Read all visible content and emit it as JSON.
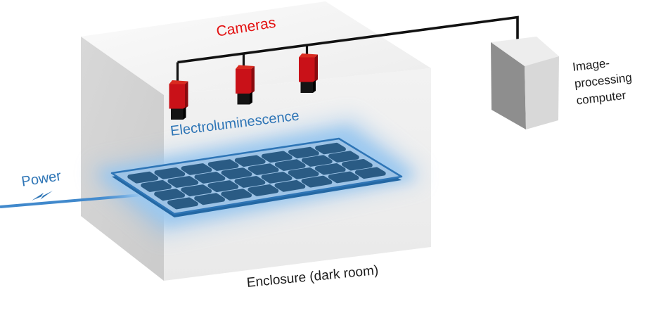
{
  "labels": {
    "cameras": "Cameras",
    "electroluminescence": "Electroluminescence",
    "power": "Power",
    "enclosure": "Enclosure (dark room)",
    "computer": "Image-\nprocessing\ncomputer"
  },
  "colors": {
    "label_red": "#E31212",
    "label_blue": "#2E75B6",
    "ink": "#1b1b1b",
    "cable_black": "#121212",
    "power_line": "#4189CC",
    "panel_bg": "#9DC3E6",
    "panel_cell": "#2A5B84",
    "panel_frame": "#2E75B6",
    "panel_glow": "#8FC0EC",
    "camera_red": "#C91118",
    "camera_red_dark": "#8A0A0E",
    "camera_red_top": "#D92B20"
  },
  "panel": {
    "rows": 4,
    "cols": 8,
    "cell_count": 32
  },
  "cameras": {
    "count": 3
  }
}
